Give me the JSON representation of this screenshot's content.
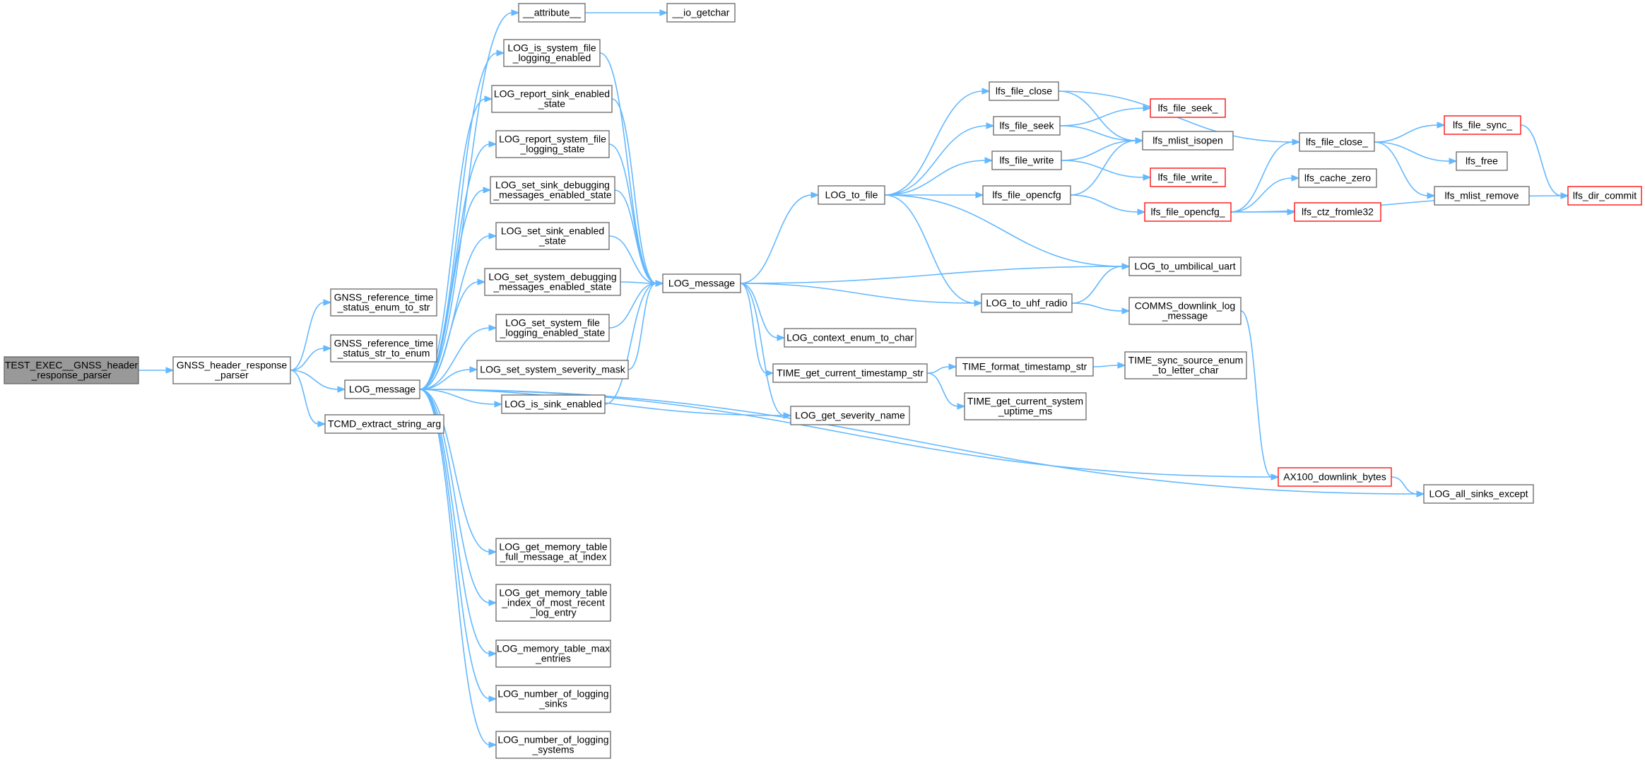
{
  "colors": {
    "edge": "#63b8ff",
    "node_border": "#666666",
    "root_fill": "#999999",
    "truncated_border": "#ff0000",
    "background": "#ffffff"
  },
  "nodes": [
    {
      "id": "root",
      "lines": [
        "TEST_EXEC__GNSS_header",
        "_response_parser"
      ],
      "style": "root"
    },
    {
      "id": "gnss_hrp",
      "lines": [
        "GNSS_header_response",
        "_parser"
      ]
    },
    {
      "id": "gnss_ref_enum_to_str",
      "lines": [
        "GNSS_reference_time",
        "_status_enum_to_str"
      ]
    },
    {
      "id": "gnss_ref_str_to_enum",
      "lines": [
        "GNSS_reference_time",
        "_status_str_to_enum"
      ]
    },
    {
      "id": "log_message_a",
      "lines": [
        "LOG_message"
      ]
    },
    {
      "id": "tcmd_extract",
      "lines": [
        "TCMD_extract_string_arg"
      ]
    },
    {
      "id": "attribute",
      "lines": [
        "__attribute__"
      ]
    },
    {
      "id": "io_getchar",
      "lines": [
        "__io_getchar"
      ]
    },
    {
      "id": "log_is_sys_file",
      "lines": [
        "LOG_is_system_file",
        "_logging_enabled"
      ]
    },
    {
      "id": "log_report_sink",
      "lines": [
        "LOG_report_sink_enabled",
        "_state"
      ]
    },
    {
      "id": "log_report_sys_file",
      "lines": [
        "LOG_report_system_file",
        "_logging_state"
      ]
    },
    {
      "id": "log_set_sink_debug",
      "lines": [
        "LOG_set_sink_debugging",
        "_messages_enabled_state"
      ]
    },
    {
      "id": "log_set_sink_enabled",
      "lines": [
        "LOG_set_sink_enabled",
        "_state"
      ]
    },
    {
      "id": "log_set_sys_debug",
      "lines": [
        "LOG_set_system_debugging",
        "_messages_enabled_state"
      ]
    },
    {
      "id": "log_set_sys_file",
      "lines": [
        "LOG_set_system_file",
        "_logging_enabled_state"
      ]
    },
    {
      "id": "log_set_sys_sev",
      "lines": [
        "LOG_set_system_severity_mask"
      ]
    },
    {
      "id": "log_is_sink_enabled",
      "lines": [
        "LOG_is_sink_enabled"
      ]
    },
    {
      "id": "log_get_mem_full",
      "lines": [
        "LOG_get_memory_table",
        "_full_message_at_index"
      ]
    },
    {
      "id": "log_get_mem_index",
      "lines": [
        "LOG_get_memory_table",
        "_index_of_most_recent",
        "_log_entry"
      ]
    },
    {
      "id": "log_mem_max",
      "lines": [
        "LOG_memory_table_max",
        "_entries"
      ]
    },
    {
      "id": "log_num_sinks",
      "lines": [
        "LOG_number_of_logging",
        "_sinks"
      ]
    },
    {
      "id": "log_num_systems",
      "lines": [
        "LOG_number_of_logging",
        "_systems"
      ]
    },
    {
      "id": "log_message_b",
      "lines": [
        "LOG_message"
      ]
    },
    {
      "id": "log_to_file",
      "lines": [
        "LOG_to_file"
      ]
    },
    {
      "id": "log_context_enum",
      "lines": [
        "LOG_context_enum_to_char"
      ]
    },
    {
      "id": "time_get_ts_str",
      "lines": [
        "TIME_get_current_timestamp_str"
      ]
    },
    {
      "id": "log_get_sev_name",
      "lines": [
        "LOG_get_severity_name"
      ]
    },
    {
      "id": "lfs_file_close",
      "lines": [
        "lfs_file_close"
      ]
    },
    {
      "id": "lfs_file_seek",
      "lines": [
        "lfs_file_seek"
      ]
    },
    {
      "id": "lfs_file_write",
      "lines": [
        "lfs_file_write"
      ]
    },
    {
      "id": "lfs_file_opencfg",
      "lines": [
        "lfs_file_opencfg"
      ]
    },
    {
      "id": "log_to_uhf",
      "lines": [
        "LOG_to_uhf_radio"
      ]
    },
    {
      "id": "time_fmt_ts",
      "lines": [
        "TIME_format_timestamp_str"
      ]
    },
    {
      "id": "time_uptime",
      "lines": [
        "TIME_get_current_system",
        "_uptime_ms"
      ]
    },
    {
      "id": "lfs_file_seek_",
      "lines": [
        "lfs_file_seek_"
      ],
      "style": "trunc"
    },
    {
      "id": "lfs_mlist_isopen",
      "lines": [
        "lfs_mlist_isopen"
      ]
    },
    {
      "id": "lfs_file_write_",
      "lines": [
        "lfs_file_write_"
      ],
      "style": "trunc"
    },
    {
      "id": "lfs_file_opencfg_",
      "lines": [
        "lfs_file_opencfg_"
      ],
      "style": "trunc"
    },
    {
      "id": "log_to_umbilical",
      "lines": [
        "LOG_to_umbilical_uart"
      ]
    },
    {
      "id": "comms_downlink",
      "lines": [
        "COMMS_downlink_log",
        "_message"
      ]
    },
    {
      "id": "time_sync_src",
      "lines": [
        "TIME_sync_source_enum",
        "_to_letter_char"
      ]
    },
    {
      "id": "lfs_file_close_",
      "lines": [
        "lfs_file_close_"
      ]
    },
    {
      "id": "lfs_cache_zero",
      "lines": [
        "lfs_cache_zero"
      ]
    },
    {
      "id": "lfs_ctz_fromle32",
      "lines": [
        "lfs_ctz_fromle32"
      ],
      "style": "trunc"
    },
    {
      "id": "ax100_downlink",
      "lines": [
        "AX100_downlink_bytes"
      ],
      "style": "trunc"
    },
    {
      "id": "lfs_file_sync_",
      "lines": [
        "lfs_file_sync_"
      ],
      "style": "trunc"
    },
    {
      "id": "lfs_free",
      "lines": [
        "lfs_free"
      ]
    },
    {
      "id": "lfs_mlist_remove",
      "lines": [
        "lfs_mlist_remove"
      ]
    },
    {
      "id": "lfs_dir_commit",
      "lines": [
        "lfs_dir_commit"
      ],
      "style": "trunc"
    },
    {
      "id": "log_all_sinks_except",
      "lines": [
        "LOG_all_sinks_except"
      ]
    }
  ],
  "edges": [
    [
      "root",
      "gnss_hrp"
    ],
    [
      "gnss_hrp",
      "gnss_ref_enum_to_str"
    ],
    [
      "gnss_hrp",
      "gnss_ref_str_to_enum"
    ],
    [
      "gnss_hrp",
      "log_message_a"
    ],
    [
      "gnss_hrp",
      "tcmd_extract"
    ],
    [
      "log_message_a",
      "attribute"
    ],
    [
      "log_message_a",
      "log_is_sys_file"
    ],
    [
      "log_message_a",
      "log_report_sink"
    ],
    [
      "log_message_a",
      "log_report_sys_file"
    ],
    [
      "log_message_a",
      "log_set_sink_debug"
    ],
    [
      "log_message_a",
      "log_set_sink_enabled"
    ],
    [
      "log_message_a",
      "log_set_sys_debug"
    ],
    [
      "log_message_a",
      "log_set_sys_file"
    ],
    [
      "log_message_a",
      "log_set_sys_sev"
    ],
    [
      "log_message_a",
      "log_is_sink_enabled"
    ],
    [
      "log_message_a",
      "log_get_sev_name"
    ],
    [
      "log_message_a",
      "ax100_downlink"
    ],
    [
      "log_message_a",
      "log_all_sinks_except"
    ],
    [
      "log_message_a",
      "log_get_mem_full"
    ],
    [
      "log_message_a",
      "log_get_mem_index"
    ],
    [
      "log_message_a",
      "log_mem_max"
    ],
    [
      "log_message_a",
      "log_num_sinks"
    ],
    [
      "log_message_a",
      "log_num_systems"
    ],
    [
      "attribute",
      "io_getchar"
    ],
    [
      "log_is_sys_file",
      "log_message_b"
    ],
    [
      "log_report_sink",
      "log_message_b"
    ],
    [
      "log_report_sys_file",
      "log_message_b"
    ],
    [
      "log_set_sink_debug",
      "log_message_b"
    ],
    [
      "log_set_sink_enabled",
      "log_message_b"
    ],
    [
      "log_set_sys_debug",
      "log_message_b"
    ],
    [
      "log_set_sys_file",
      "log_message_b"
    ],
    [
      "log_set_sys_sev",
      "log_message_b"
    ],
    [
      "log_is_sink_enabled",
      "log_message_b"
    ],
    [
      "log_message_b",
      "log_to_file"
    ],
    [
      "log_message_b",
      "log_to_umbilical"
    ],
    [
      "log_message_b",
      "log_to_uhf"
    ],
    [
      "log_message_b",
      "log_context_enum"
    ],
    [
      "log_message_b",
      "time_get_ts_str"
    ],
    [
      "log_message_b",
      "log_get_sev_name"
    ],
    [
      "log_to_file",
      "lfs_file_close"
    ],
    [
      "log_to_file",
      "lfs_file_seek"
    ],
    [
      "log_to_file",
      "lfs_file_write"
    ],
    [
      "log_to_file",
      "lfs_file_opencfg"
    ],
    [
      "log_to_file",
      "log_to_umbilical"
    ],
    [
      "log_to_file",
      "log_to_uhf"
    ],
    [
      "lfs_file_close",
      "lfs_file_close_"
    ],
    [
      "lfs_file_close",
      "lfs_mlist_isopen"
    ],
    [
      "lfs_file_seek",
      "lfs_file_seek_"
    ],
    [
      "lfs_file_seek",
      "lfs_mlist_isopen"
    ],
    [
      "lfs_file_write",
      "lfs_mlist_isopen"
    ],
    [
      "lfs_file_write",
      "lfs_file_write_"
    ],
    [
      "lfs_file_opencfg",
      "lfs_mlist_isopen"
    ],
    [
      "lfs_file_opencfg",
      "lfs_file_opencfg_"
    ],
    [
      "lfs_file_opencfg_",
      "lfs_file_close_"
    ],
    [
      "lfs_file_opencfg_",
      "lfs_cache_zero"
    ],
    [
      "lfs_file_opencfg_",
      "lfs_ctz_fromle32"
    ],
    [
      "lfs_file_opencfg_",
      "lfs_dir_commit"
    ],
    [
      "lfs_file_close_",
      "lfs_file_sync_"
    ],
    [
      "lfs_file_close_",
      "lfs_free"
    ],
    [
      "lfs_file_close_",
      "lfs_mlist_remove"
    ],
    [
      "lfs_file_sync_",
      "lfs_dir_commit"
    ],
    [
      "log_to_uhf",
      "log_to_umbilical"
    ],
    [
      "log_to_uhf",
      "comms_downlink"
    ],
    [
      "comms_downlink",
      "ax100_downlink"
    ],
    [
      "ax100_downlink",
      "log_all_sinks_except"
    ],
    [
      "time_get_ts_str",
      "time_fmt_ts"
    ],
    [
      "time_get_ts_str",
      "time_uptime"
    ],
    [
      "time_fmt_ts",
      "time_sync_src"
    ]
  ]
}
